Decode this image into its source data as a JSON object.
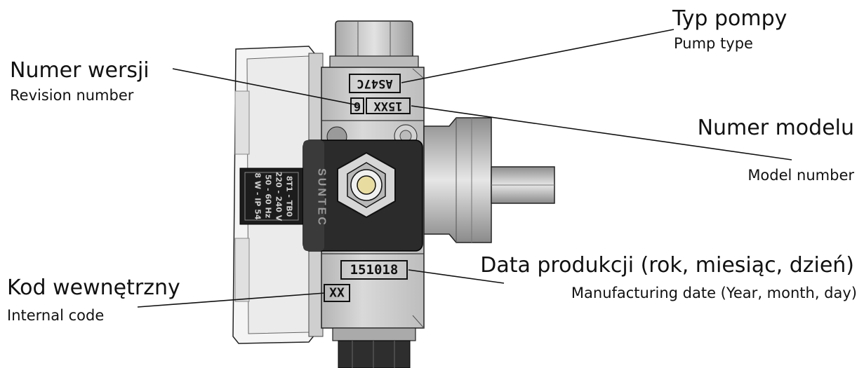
{
  "labels": {
    "pump_type": {
      "pl": "Typ pompy",
      "en": "Pump type"
    },
    "revision": {
      "pl": "Numer wersji",
      "en": "Revision number"
    },
    "model": {
      "pl": "Numer modelu",
      "en": "Model number"
    },
    "date": {
      "pl": "Data produkcji (rok, miesiąc, dzień)",
      "en": "Manufacturing date (Year, month, day)"
    },
    "internal": {
      "pl": "Kod wewnętrzny",
      "en": "Internal code"
    }
  },
  "pump": {
    "type_code": "AS47C",
    "model_code": "15XX",
    "revision_code": "6",
    "date_code": "151018",
    "internal_code": "XX",
    "brand": "SUNTEC",
    "coil_text": [
      "8T1 - TB0",
      "220 - 240 V",
      "50 - 60 Hz",
      "8 W - IP 54"
    ]
  },
  "colors": {
    "line": "#111111",
    "metal": "#c9c9c9",
    "dark": "#2b2b2b"
  }
}
